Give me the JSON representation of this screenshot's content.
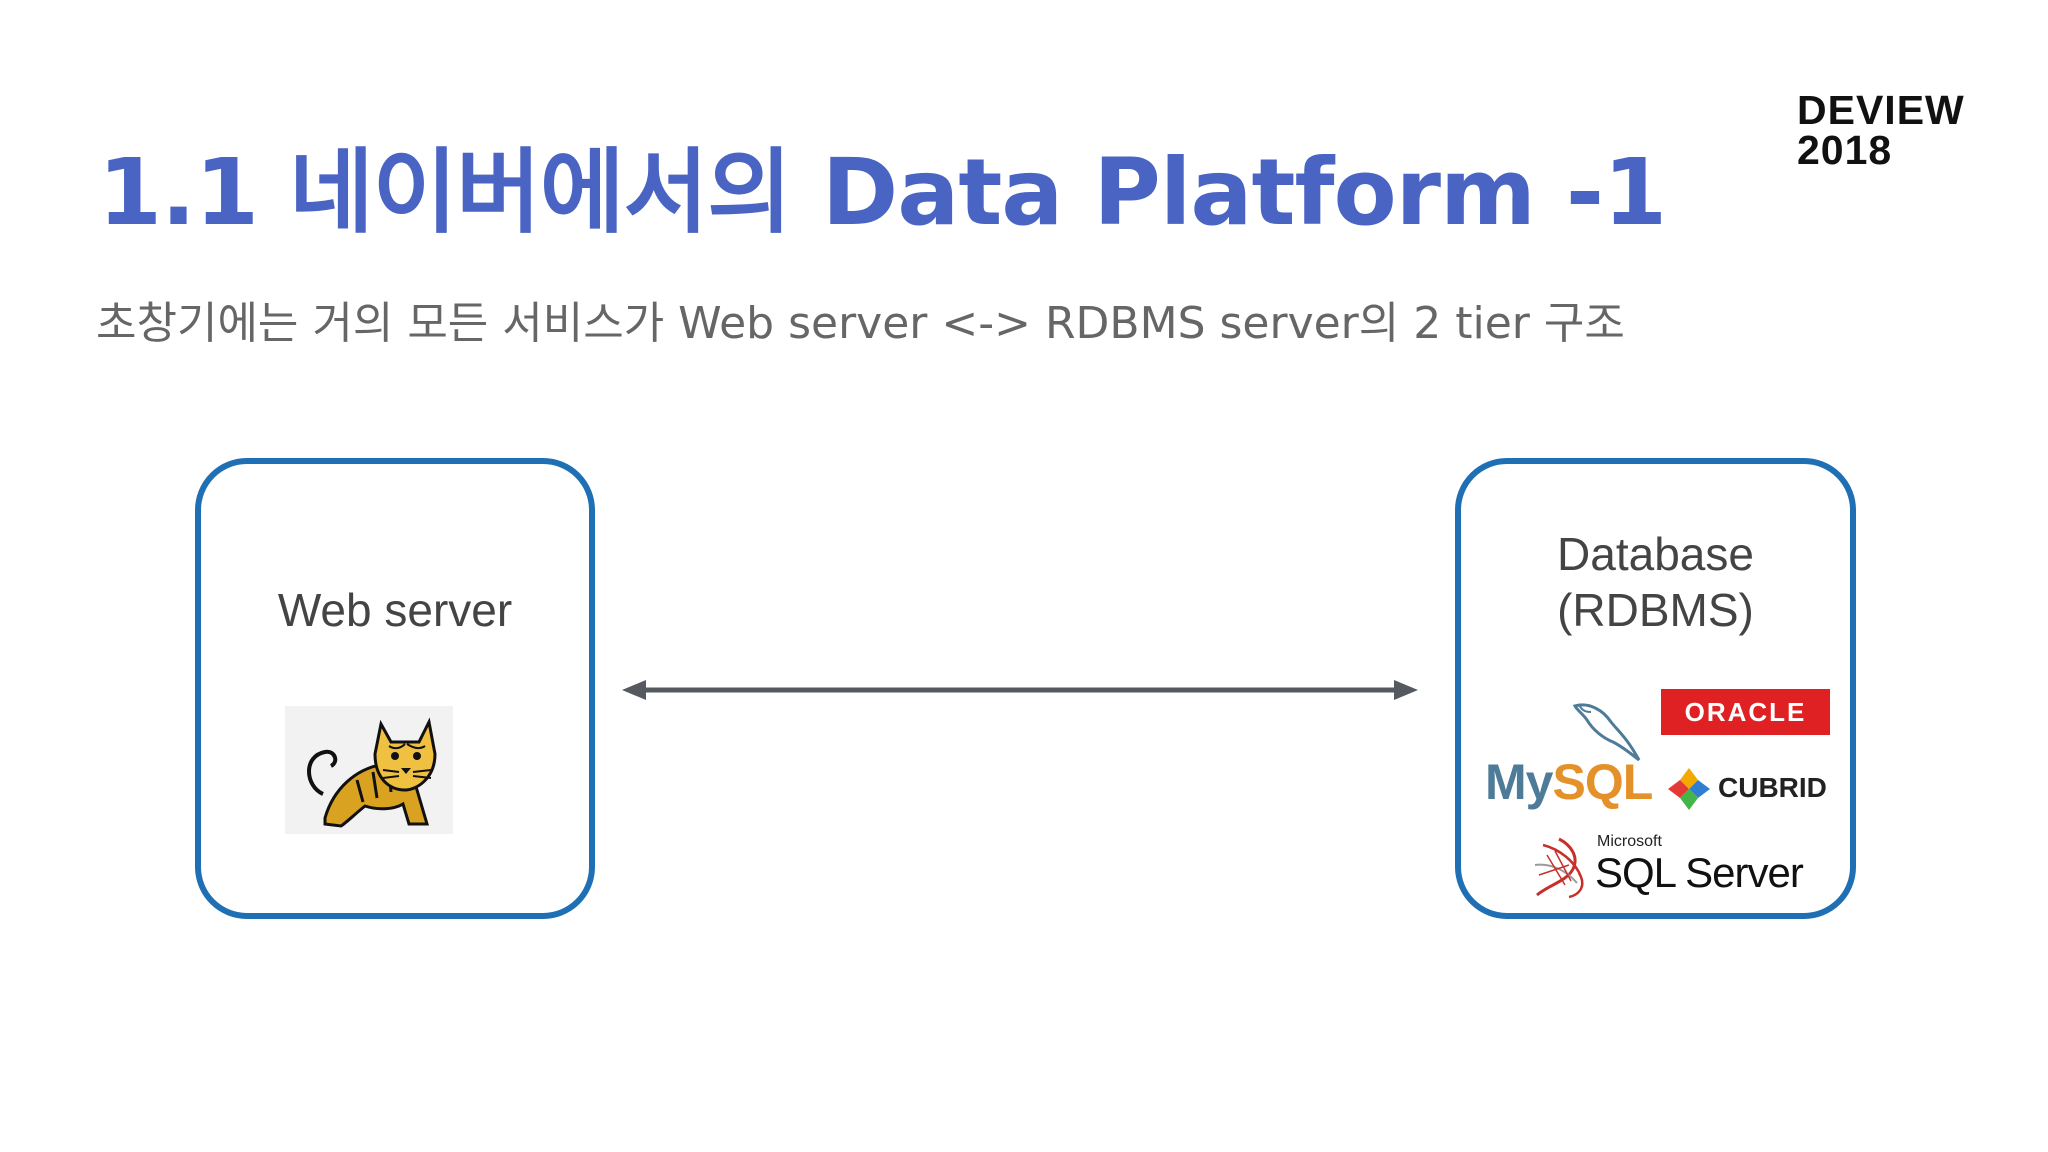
{
  "slide": {
    "title": "1.1 네이버에서의 Data Platform -1",
    "subtitle": "초창기에는 거의 모든 서비스가 Web server <-> RDBMS server의 2 tier 구조",
    "brand": {
      "line1": "DEVIEW",
      "line2": "2018"
    }
  },
  "diagram": {
    "web_box": {
      "label": "Web server",
      "icon": "tomcat-logo-icon"
    },
    "db_box": {
      "label_line1": "Database",
      "label_line2": "(RDBMS)",
      "logos": {
        "oracle": "ORACLE",
        "mysql_my": "My",
        "mysql_sql": "SQL",
        "cubrid": "CUBRID",
        "sqlserver_brand": "Microsoft",
        "sqlserver_name": "SQL Server"
      }
    },
    "connector": "bidirectional-arrow"
  },
  "colors": {
    "title": "#4a64c4",
    "box_border": "#1f6fb5",
    "arrow": "#555a60",
    "oracle_red": "#e02124"
  }
}
